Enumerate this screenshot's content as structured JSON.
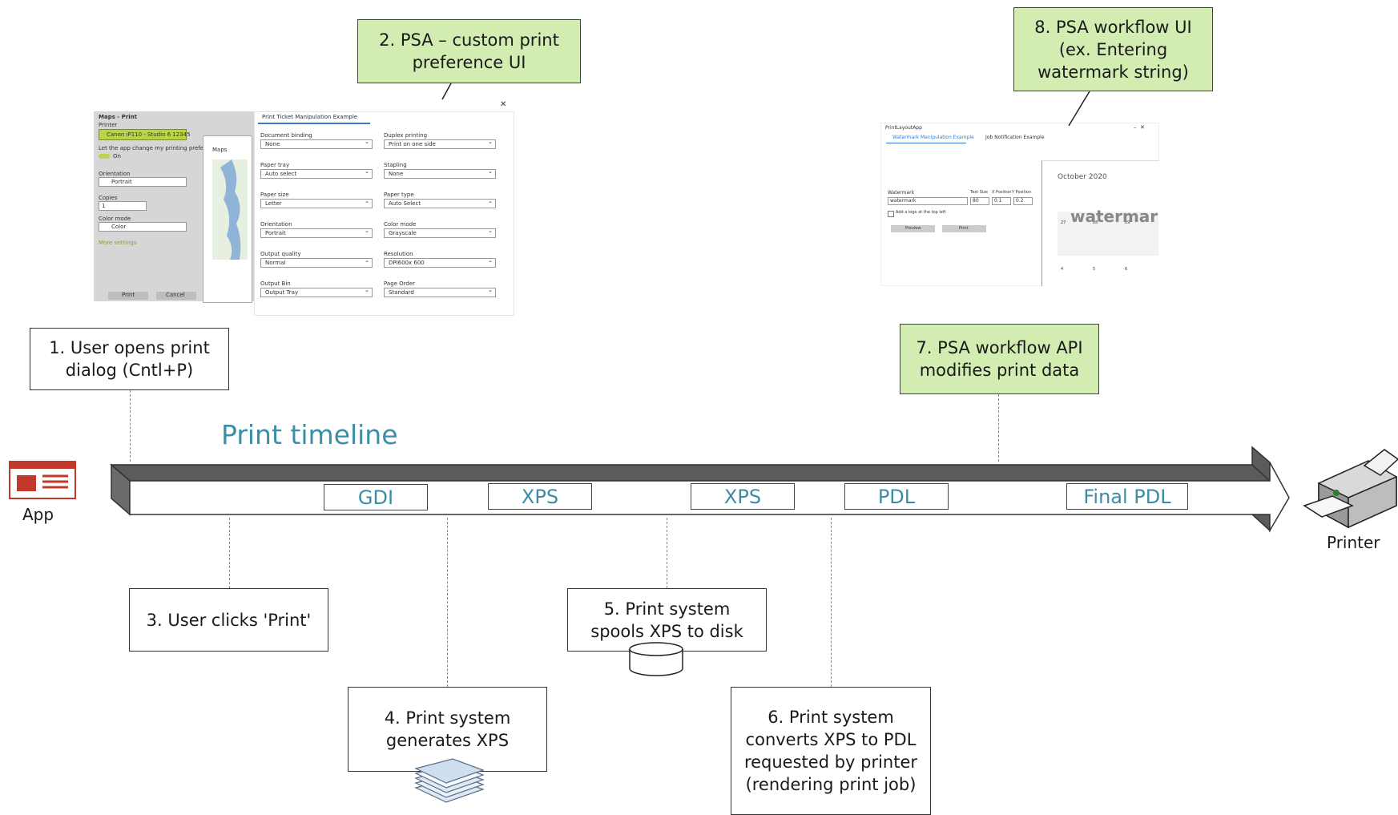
{
  "timeline_title": "Print timeline",
  "app_label": "App",
  "printer_label": "Printer",
  "stages": [
    "GDI",
    "XPS",
    "XPS",
    "PDL",
    "Final PDL"
  ],
  "steps": {
    "s1": "1. User opens print dialog (Cntl+P)",
    "s2": "2. PSA – custom print preference UI",
    "s3": "3. User clicks 'Print'",
    "s4": "4. Print system generates XPS",
    "s5": "5. Print system spools XPS to disk",
    "s6": "6. Print system converts XPS to PDL requested by printer (rendering print job)",
    "s7": "7. PSA workflow API modifies print data",
    "s8": "8. PSA workflow UI (ex. Entering watermark string)"
  },
  "colors": {
    "green_box": "#d3ecb1",
    "stage_text": "#3d8ca6",
    "title": "#3a8fa8",
    "app_icon": "#c0392b"
  },
  "shot1": {
    "win_title": "Maps - Print",
    "printer_heading": "Printer",
    "printer": "Canon iP110 - Studio 6 12345",
    "app_change_note": "Let the app change my printing preferences",
    "toggle": "On",
    "orientation_heading": "Orientation",
    "orientation": "Portrait",
    "copies_heading": "Copies",
    "copies": "1",
    "color_heading": "Color mode",
    "color": "Color",
    "more_settings": "More settings",
    "print_btn": "Print",
    "cancel_btn": "Cancel",
    "preview_title": "Maps",
    "dialog_tab": "Print Ticket Manipulation Example",
    "fields": [
      {
        "label": "Document binding",
        "value": "None"
      },
      {
        "label": "Duplex printing",
        "value": "Print on one side"
      },
      {
        "label": "Paper tray",
        "value": "Auto select"
      },
      {
        "label": "Stapling",
        "value": "None"
      },
      {
        "label": "Paper size",
        "value": "Letter"
      },
      {
        "label": "Paper type",
        "value": "Auto Select"
      },
      {
        "label": "Orientation",
        "value": "Portrait"
      },
      {
        "label": "Color mode",
        "value": "Grayscale"
      },
      {
        "label": "Output quality",
        "value": "Normal"
      },
      {
        "label": "Resolution",
        "value": "DPI600x 600"
      },
      {
        "label": "Output Bin",
        "value": "Output Tray"
      },
      {
        "label": "Page Order",
        "value": "Standard"
      }
    ]
  },
  "shot2": {
    "win_title": "PrintLayoutApp",
    "tab1": "Watermark Manipulation Example",
    "tab2": "Job Notification Example",
    "month": "October 2020",
    "watermark_heading": "Watermark",
    "text_size_heading": "Text Size",
    "x_heading": "X Position",
    "y_heading": "Y Position",
    "watermark_value": "watermark",
    "text_size": "80",
    "x_pos": "0.1",
    "y_pos": "0.2",
    "logo_check": "Add a logo at the top left",
    "preview_btn": "Preview",
    "print_btn": "Print",
    "watermark_overlay": "watermar",
    "days": [
      "27",
      "28",
      "29",
      "4",
      "5",
      "6"
    ]
  }
}
